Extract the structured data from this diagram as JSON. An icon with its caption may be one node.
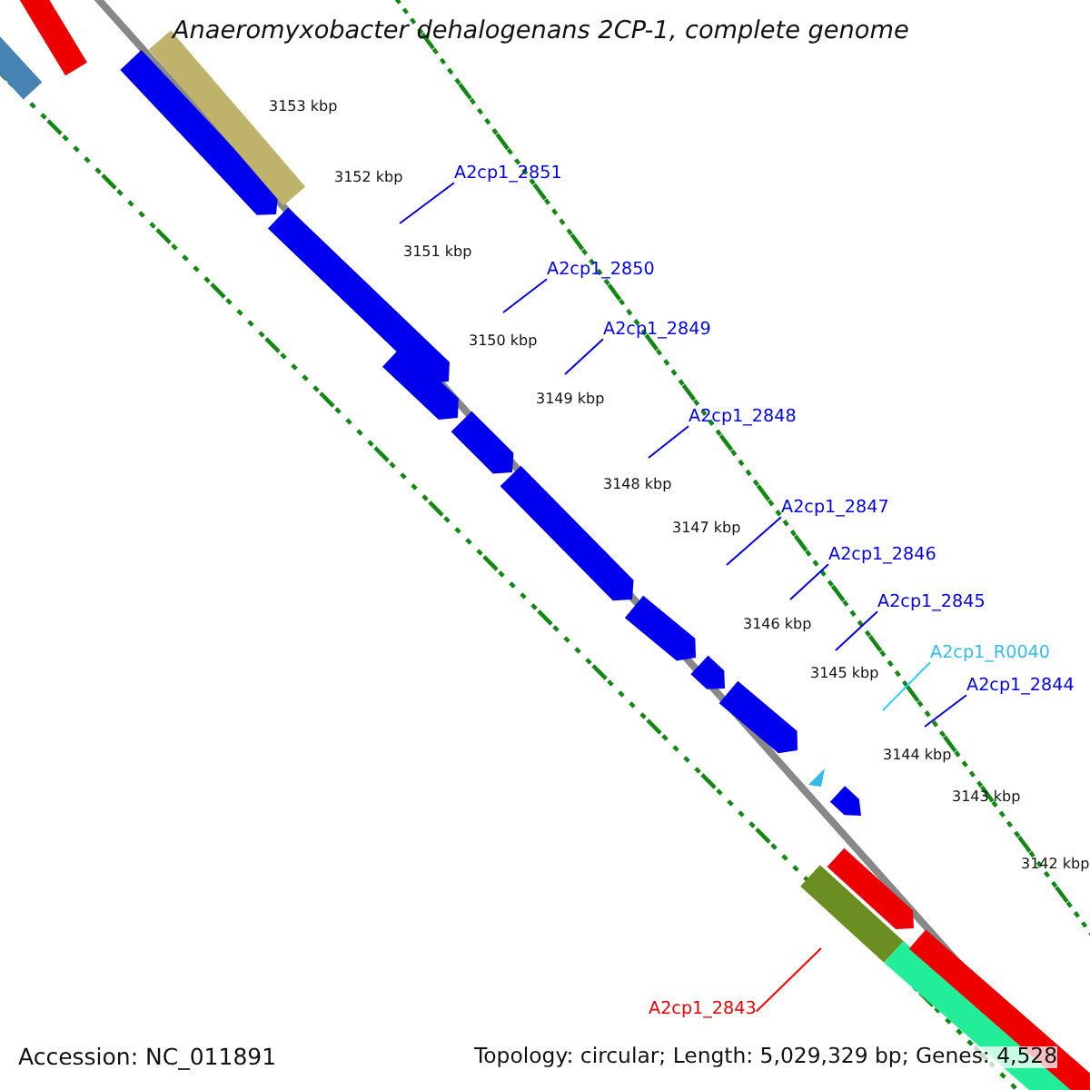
{
  "diagram": {
    "title": "Anaeromyxobacter dehalogenans 2CP-1, complete genome",
    "nodes": [
      {
        "text": [
          "A2cp1_2851"
        ]
      },
      {
        "text": [
          "A2cp1_2850"
        ]
      },
      {
        "text": [
          "A2cp1_2849"
        ]
      },
      {
        "text": [
          "A2cp1_2848"
        ]
      },
      {
        "text": [
          "A2cp1_2847"
        ]
      },
      {
        "text": [
          "A2cp1_2846"
        ]
      },
      {
        "text": [
          "A2cp1_2845"
        ]
      },
      {
        "text": [
          "A2cp1_R0040"
        ]
      },
      {
        "text": [
          "A2cp1_2844"
        ]
      },
      {
        "text": [
          "A2cp1_2843"
        ]
      }
    ],
    "edges": [
      {
        "from": 0,
        "to": null,
        "arrow": "none"
      },
      {
        "from": 1,
        "to": null,
        "arrow": "none"
      },
      {
        "from": 2,
        "to": null,
        "arrow": "none"
      },
      {
        "from": 3,
        "to": null,
        "arrow": "none"
      },
      {
        "from": 4,
        "to": null,
        "arrow": "none"
      },
      {
        "from": 5,
        "to": null,
        "arrow": "none"
      },
      {
        "from": 6,
        "to": null,
        "arrow": "none"
      },
      {
        "from": 7,
        "to": null,
        "arrow": "none",
        "color": "#33ccff"
      },
      {
        "from": 8,
        "to": null,
        "arrow": "none"
      },
      {
        "from": 9,
        "to": null,
        "arrow": "none",
        "color": "#ff0000"
      }
    ],
    "labels": [
      "3153 kbp",
      "3152 kbp",
      "3151 kbp",
      "3150 kbp",
      "3149 kbp",
      "3148 kbp",
      "3147 kbp",
      "3146 kbp",
      "3145 kbp",
      "3144 kbp",
      "3143 kbp",
      "3142 kbp",
      "Accession: NC_011891",
      "Topology: circular; Length: 5,029,329 bp; Genes: 4,528"
    ]
  }
}
